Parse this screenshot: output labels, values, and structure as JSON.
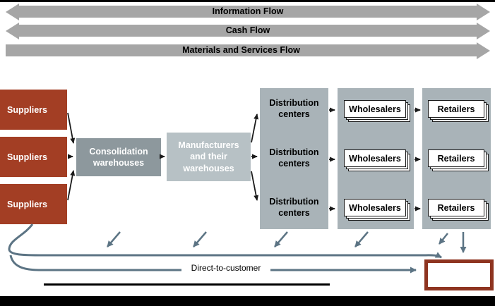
{
  "flow_bars": {
    "information": {
      "label": "Information Flow"
    },
    "cash": {
      "label": "Cash Flow"
    },
    "materials": {
      "label": "Materials and Services Flow"
    }
  },
  "nodes": {
    "suppliers": [
      "Suppliers",
      "Suppliers",
      "Suppliers"
    ],
    "consolidation_warehouses": "Consolidation warehouses",
    "manufacturers": "Manufacturers and their warehouses",
    "distribution_centers": [
      "Distribution centers",
      "Distribution centers",
      "Distribution centers"
    ],
    "wholesalers": [
      "Wholesalers",
      "Wholesalers",
      "Wholesalers"
    ],
    "retailers": [
      "Retailers",
      "Retailers",
      "Retailers"
    ]
  },
  "annotations": {
    "direct_to_customer": "Direct-to-customer"
  },
  "colors": {
    "supplier_red": "#A33E24",
    "customer_box_red": "#8E3420",
    "flow_bar_gray": "#A6A6A6",
    "consolidation_gray": "#8D989D",
    "manufacturer_gray": "#B7C1C5",
    "column_gray": "#A9B3B8",
    "swoosh_slate": "#5C7484",
    "connector_black": "#1A1A1A"
  }
}
